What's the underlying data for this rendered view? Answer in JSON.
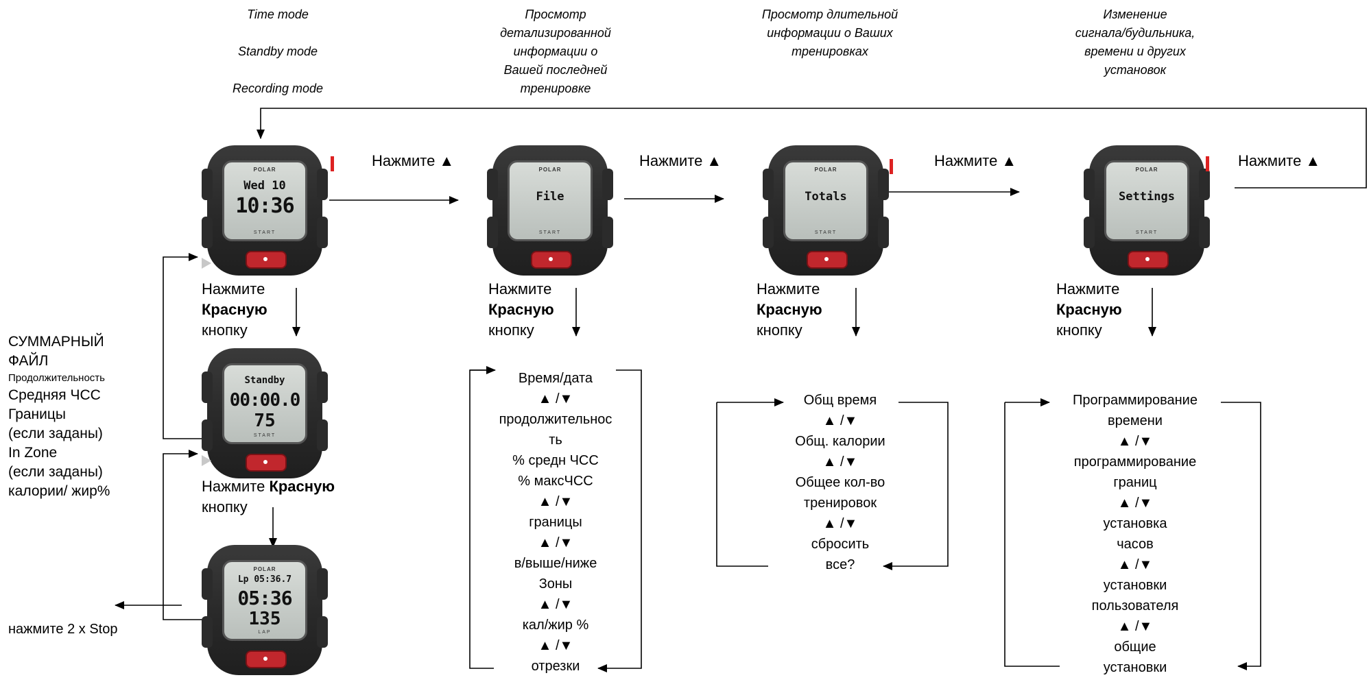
{
  "headers": {
    "modes": [
      "Time mode",
      "Standby mode",
      "Recording mode"
    ],
    "file": [
      "Просмотр",
      "детализированной",
      "информации о",
      "Вашей последней",
      "тренировке"
    ],
    "totals": [
      "Просмотр длительной",
      "информации о Ваших",
      "тренировках"
    ],
    "settings": [
      "Изменение",
      "сигнала/будильника,",
      "времени и других",
      "установок"
    ]
  },
  "press_up": "Нажмите ▲",
  "press_red": {
    "line1": "Нажмите",
    "bold": "Красную",
    "line3": "кнопку"
  },
  "standby_press": {
    "text": "Нажмите ",
    "bold": "Красную",
    "line2": "кнопку"
  },
  "watches": {
    "time": {
      "brand": "POLAR",
      "l1": "Wed 10",
      "l2": "10:36",
      "l3": "",
      "start": "START"
    },
    "file": {
      "brand": "POLAR",
      "l1": "File",
      "l2": "",
      "l3": "",
      "start": "START"
    },
    "totals": {
      "brand": "POLAR",
      "l1": "Totals",
      "l2": "",
      "l3": "",
      "start": "START"
    },
    "settings": {
      "brand": "POLAR",
      "l1": "Settings",
      "l2": "",
      "l3": "",
      "start": "START"
    },
    "standby": {
      "brand": "",
      "l1": "Standby",
      "l2": "00:00.0",
      "l3": "75",
      "start": "START"
    },
    "recording": {
      "brand": "POLAR",
      "l1": "Lp 05:36.7",
      "l2": "05:36",
      "l3": "135",
      "start": "LAP"
    }
  },
  "summary": {
    "title1": "СУММАРНЫЙ",
    "title2": "ФАЙЛ",
    "small": "Продолжительность",
    "items": [
      "Средняя ЧСС",
      "Границы",
      "(если заданы)",
      "In Zone",
      "(если заданы)",
      "калории/ жир%"
    ]
  },
  "stop_label": "нажмите 2 x Stop",
  "file_menu": [
    "Время/дата",
    "▲ /▼",
    "продолжительнос",
    "ть",
    "% средн ЧСС",
    "% максЧСС",
    "▲ /▼",
    "границы",
    "▲ /▼",
    "в/выше/ниже",
    "Зоны",
    "▲ /▼",
    "кал/жир %",
    "▲ /▼",
    "отрезки"
  ],
  "totals_menu": [
    "Общ время",
    "▲ /▼",
    "Общ. калории",
    "▲ /▼",
    "Общее кол-во",
    "тренировок",
    "▲ /▼",
    "сбросить",
    "все?"
  ],
  "settings_menu": [
    "Программирование",
    "времени",
    "▲ /▼",
    "программирование",
    "границ",
    "▲ /▼",
    "установка",
    "часов",
    "▲ /▼",
    "установки",
    "пользователя",
    "▲ /▼",
    "общие",
    "установки"
  ]
}
